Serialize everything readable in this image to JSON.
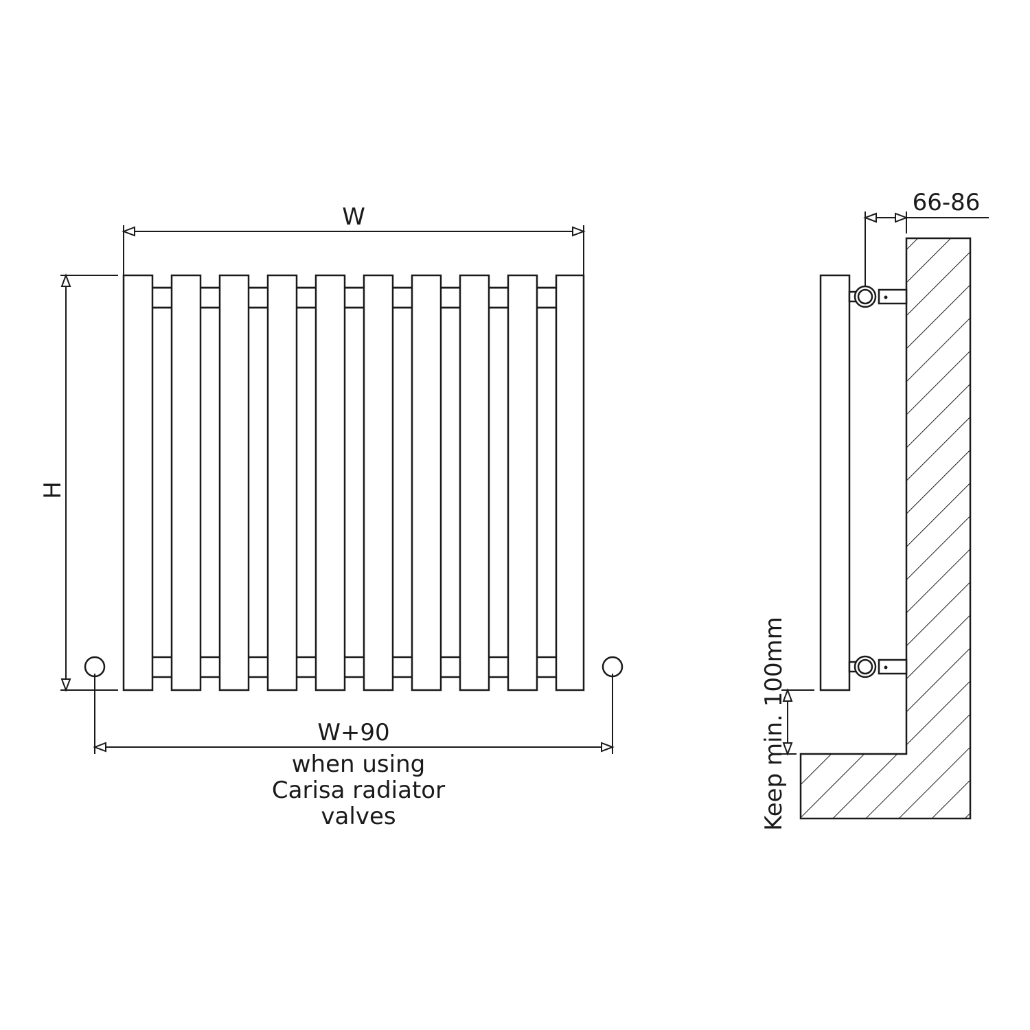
{
  "front_view": {
    "width_label": "W",
    "height_label": "H",
    "valve_width_label": "W+90",
    "note_lines": [
      "when using",
      "Carisa radiator",
      "valves"
    ],
    "bar_count": 10
  },
  "side_view": {
    "wall_distance_label": "66-86",
    "floor_clearance_label": "Keep min. 100mm"
  },
  "colors": {
    "line": "#1a1a1a",
    "background": "#ffffff"
  }
}
